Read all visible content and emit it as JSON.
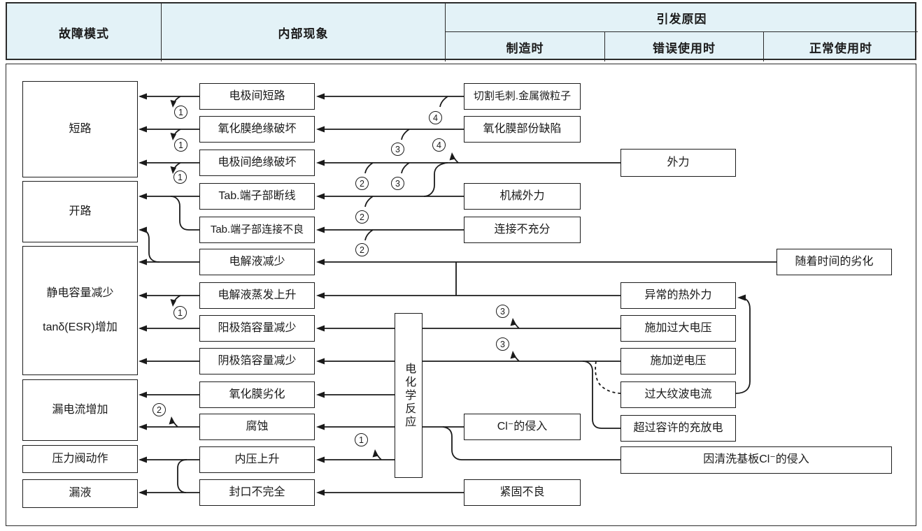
{
  "header": {
    "fault_mode_col": "故障模式",
    "internal_phenomenon_col": "内部现象",
    "cause_col": "引发原因",
    "cause_sub_cols": [
      "制造时",
      "错误使用时",
      "正常使用时"
    ]
  },
  "fault_modes": [
    {
      "label": "短路"
    },
    {
      "label": "开路"
    },
    {
      "label": "静电容量减少",
      "label2": "tanδ(ESR)增加"
    },
    {
      "label": "漏电流增加"
    },
    {
      "label": "压力阀动作"
    },
    {
      "label": "漏液"
    }
  ],
  "internal_phenomena": [
    {
      "label": "电极间短路"
    },
    {
      "label": "氧化膜绝缘破坏"
    },
    {
      "label": "电极间绝缘破坏"
    },
    {
      "label": "Tab.端子部断线"
    },
    {
      "label": "Tab.端子部连接不良"
    },
    {
      "label": "电解液减少"
    },
    {
      "label": "电解液蒸发上升"
    },
    {
      "label": "阳极箔容量减少"
    },
    {
      "label": "阴极箔容量减少"
    },
    {
      "label": "氧化膜劣化"
    },
    {
      "label": "腐蚀"
    },
    {
      "label": "内压上升"
    },
    {
      "label": "封口不完全"
    }
  ],
  "center_box": {
    "label": "电化学反应"
  },
  "causes": {
    "manufacturing": [
      {
        "label": "切割毛刺.金属微粒子"
      },
      {
        "label": "氧化膜部份缺陷"
      },
      {
        "label": "机械外力"
      },
      {
        "label": "连接不充分"
      },
      {
        "label": "Cl⁻的侵入"
      },
      {
        "label": "紧固不良"
      }
    ],
    "misuse": [
      {
        "label": "外力"
      },
      {
        "label": "异常的热外力"
      },
      {
        "label": "施加过大电压"
      },
      {
        "label": "施加逆电压"
      },
      {
        "label": "过大纹波电流"
      },
      {
        "label": "超过容许的充放电"
      },
      {
        "label": "因清洗基板Cl⁻的侵入"
      }
    ],
    "normal_use": [
      {
        "label": "随着时间的劣化"
      }
    ]
  },
  "markers": [
    {
      "label": "1"
    },
    {
      "label": "1"
    },
    {
      "label": "1"
    },
    {
      "label": "1"
    },
    {
      "label": "4"
    },
    {
      "label": "3"
    },
    {
      "label": "2"
    },
    {
      "label": "3"
    },
    {
      "label": "2"
    },
    {
      "label": "2"
    },
    {
      "label": "4"
    },
    {
      "label": "3"
    },
    {
      "label": "3"
    },
    {
      "label": "2"
    },
    {
      "label": "1"
    }
  ],
  "colors": {
    "header_bg": "#e3f2f7",
    "line": "#1a1a1a",
    "border": "#2b2b2b"
  }
}
